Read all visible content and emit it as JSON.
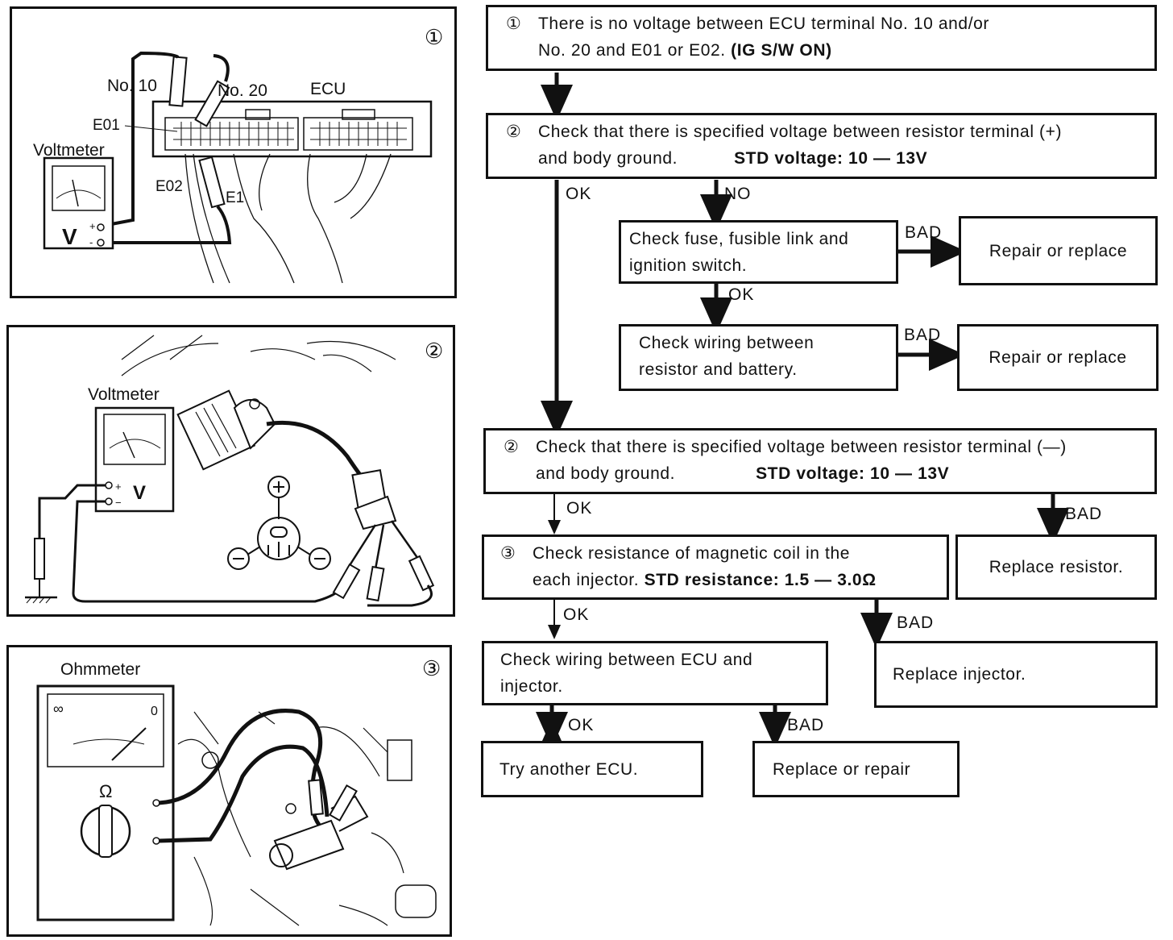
{
  "illustrations": {
    "panel1": {
      "number": "①",
      "voltmeter": "Voltmeter",
      "no10": "No. 10",
      "no20": "No. 20",
      "ecu": "ECU",
      "e01": "E01",
      "e02": "E02",
      "e1": "E1",
      "v": "V"
    },
    "panel2": {
      "number": "②",
      "voltmeter": "Voltmeter",
      "v": "V"
    },
    "panel3": {
      "number": "③",
      "ohmmeter": "Ohmmeter",
      "inf": "∞",
      "zero": "0",
      "omega": "Ω"
    }
  },
  "flow": {
    "step1": {
      "num": "①",
      "line1": "There is no voltage between ECU terminal No. 10 and/or",
      "line2a": "No. 20 and E01 or E02.",
      "line2b": "(IG S/W ON)"
    },
    "step2a": {
      "num": "②",
      "line1": "Check that there is specified voltage between resistor terminal (+)",
      "line2a": "and body ground.",
      "line2b": "STD voltage: 10 — 13V"
    },
    "fuse_check": {
      "line1": "Check fuse, fusible link and",
      "line2": "ignition switch."
    },
    "repair1": "Repair or replace",
    "wiring_check": {
      "line1": "Check wiring between",
      "line2": "resistor and battery."
    },
    "repair2": "Repair or replace",
    "step2b": {
      "num": "②",
      "line1": "Check that there is specified voltage between resistor terminal (—)",
      "line2a": "and body ground.",
      "line2b": "STD voltage: 10 — 13V"
    },
    "replace_resistor": "Replace resistor.",
    "step3": {
      "num": "③",
      "line1": "Check resistance of magnetic coil in the",
      "line2a": "each injector.",
      "line2b": "STD resistance: 1.5 — 3.0Ω"
    },
    "ecu_wiring": {
      "line1": "Check wiring between ECU and",
      "line2": "injector."
    },
    "replace_injector": "Replace injector.",
    "try_ecu": "Try another ECU.",
    "replace_repair": "Replace or repair",
    "labels": {
      "ok1": "OK",
      "no1": "NO",
      "bad1": "BAD",
      "ok2": "OK",
      "bad2": "BAD",
      "ok3": "OK",
      "bad3": "BAD",
      "ok4": "OK",
      "bad4": "BAD",
      "ok5": "OK",
      "bad5": "BAD"
    }
  }
}
